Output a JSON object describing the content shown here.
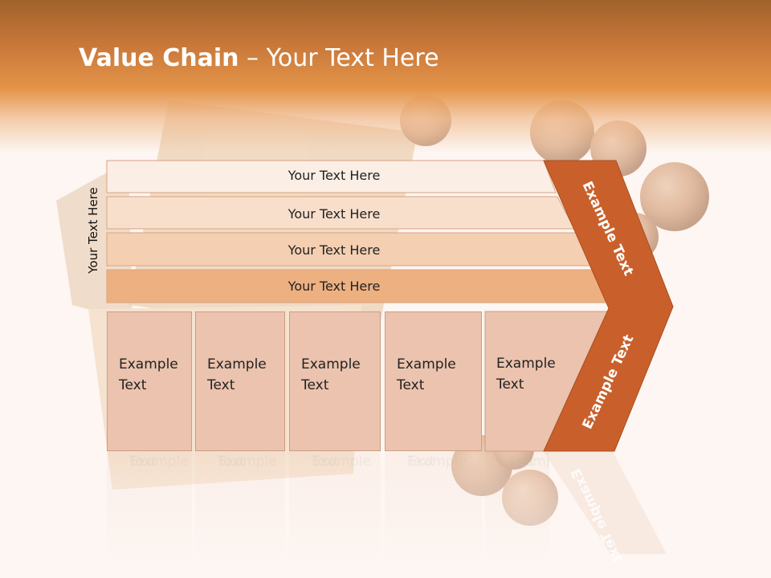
{
  "title": {
    "bold": "Value Chain",
    "rest": " – Your Text Here"
  },
  "vertical_label": "Your Text Here",
  "rows": [
    {
      "label": "Your Text Here",
      "fill": "#fbeee5"
    },
    {
      "label": "Your Text Here",
      "fill": "#f8dfcc"
    },
    {
      "label": "Your Text Here",
      "fill": "#f4cfb1"
    },
    {
      "label": "Your Text Here",
      "fill": "#edb081"
    }
  ],
  "columns": [
    {
      "line1": "Example",
      "line2": "Text"
    },
    {
      "line1": "Example",
      "line2": "Text"
    },
    {
      "line1": "Example",
      "line2": "Text"
    },
    {
      "line1": "Example",
      "line2": "Text"
    },
    {
      "line1": "Example",
      "line2": "Text"
    }
  ],
  "chevron": {
    "upper_label": "Example Text",
    "lower_label": "Example Text",
    "color": "#c9602b"
  }
}
